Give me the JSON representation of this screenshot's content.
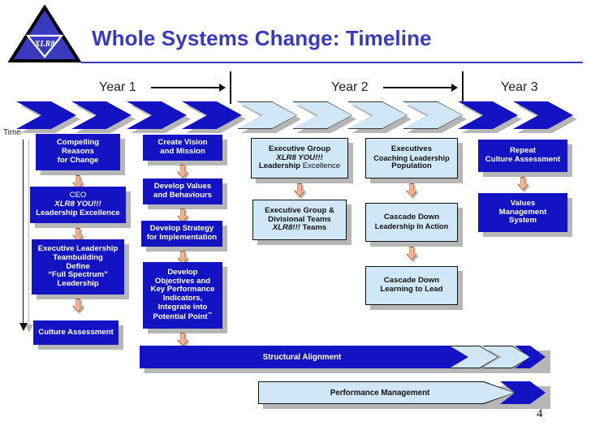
{
  "slide": {
    "title": "Whole Systems Change: Timeline",
    "page_number": "4",
    "time_axis_label": "Time",
    "logo_text": "XLR8",
    "colors": {
      "title": "#3a3ac0",
      "dark_blue": "#1313c4",
      "light_blue": "#cfe7f7",
      "shadow_gray": "#b6b6b6",
      "arrow_orange": "#f4b18c"
    }
  },
  "years": [
    {
      "label": "Year 1",
      "has_arrow": true
    },
    {
      "label": "Year 2",
      "has_arrow": true
    },
    {
      "label": "Year 3",
      "has_arrow": false
    }
  ],
  "timeline_chevrons": [
    {
      "tone": "dark"
    },
    {
      "tone": "dark"
    },
    {
      "tone": "dark"
    },
    {
      "tone": "dark"
    },
    {
      "tone": "light"
    },
    {
      "tone": "light"
    },
    {
      "tone": "light"
    },
    {
      "tone": "light"
    },
    {
      "tone": "dark"
    },
    {
      "tone": "dark"
    }
  ],
  "columns": [
    {
      "name": "column-1",
      "tone": "dark",
      "boxes": [
        {
          "lines": [
            {
              "text": "Compelling"
            },
            {
              "text": "Reasons"
            },
            {
              "text": "for Change"
            }
          ]
        },
        {
          "lines": [
            {
              "text": "CEO",
              "weight": "normal"
            },
            {
              "text": "XLR8 YOU!!!",
              "style": "italic"
            },
            {
              "text": "Leadership Excellence"
            }
          ]
        },
        {
          "lines": [
            {
              "text": "Executive Leadership"
            },
            {
              "text": "Teambuilding"
            },
            {
              "text": "Define"
            },
            {
              "text": "“Full Spectrum”"
            },
            {
              "text": "Leadership"
            }
          ]
        },
        {
          "lines": [
            {
              "text": "Culture Assessment"
            }
          ]
        }
      ]
    },
    {
      "name": "column-2",
      "tone": "dark",
      "boxes": [
        {
          "lines": [
            {
              "text": "Create Vision"
            },
            {
              "text": "and Mission"
            }
          ]
        },
        {
          "lines": [
            {
              "text": "Develop Values"
            },
            {
              "text": "and Behaviours"
            }
          ]
        },
        {
          "lines": [
            {
              "text": "Develop Strategy"
            },
            {
              "text": "for Implementation"
            }
          ]
        },
        {
          "lines": [
            {
              "text": "Develop"
            },
            {
              "text": "Objectives and"
            },
            {
              "text": "Key Performance"
            },
            {
              "text": "Indicators,"
            },
            {
              "text": "Integrate into"
            },
            {
              "text": "Potential Point",
              "trademark": true
            }
          ]
        }
      ]
    },
    {
      "name": "column-3",
      "tone": "light",
      "boxes": [
        {
          "lines": [
            {
              "text": "Executive Group"
            },
            {
              "text": "XLR8 YOU!!!",
              "style": "italic"
            },
            {
              "text": "Leadership ",
              "suffix": "Excellence"
            }
          ]
        },
        {
          "lines": [
            {
              "text": "Executive Group &"
            },
            {
              "text": "Divisional Teams"
            },
            {
              "text": "XLR8!!! ",
              "style": "italic",
              "suffix_bold": "Teams"
            }
          ]
        }
      ]
    },
    {
      "name": "column-4",
      "tone": "light",
      "boxes": [
        {
          "lines": [
            {
              "text": "Executives"
            },
            {
              "text": "Coaching Leadership"
            },
            {
              "text": "Population"
            }
          ]
        },
        {
          "lines": [
            {
              "text": "Cascade Down"
            },
            {
              "text": "Leadership In Action"
            }
          ]
        },
        {
          "lines": [
            {
              "text": "Cascade Down"
            },
            {
              "text": "Learning to Lead"
            }
          ]
        }
      ]
    },
    {
      "name": "column-5",
      "tone": "dark",
      "boxes": [
        {
          "lines": [
            {
              "text": "Repeat"
            },
            {
              "text": "Culture Assessment"
            }
          ]
        },
        {
          "lines": [
            {
              "text": "Values"
            },
            {
              "text": "Management"
            },
            {
              "text": "System"
            }
          ]
        }
      ]
    }
  ],
  "process_bars": [
    {
      "label": "Structural Alignment",
      "label_color": "#ffffff"
    },
    {
      "label": "Performance Management",
      "label_color": "#111111"
    }
  ]
}
